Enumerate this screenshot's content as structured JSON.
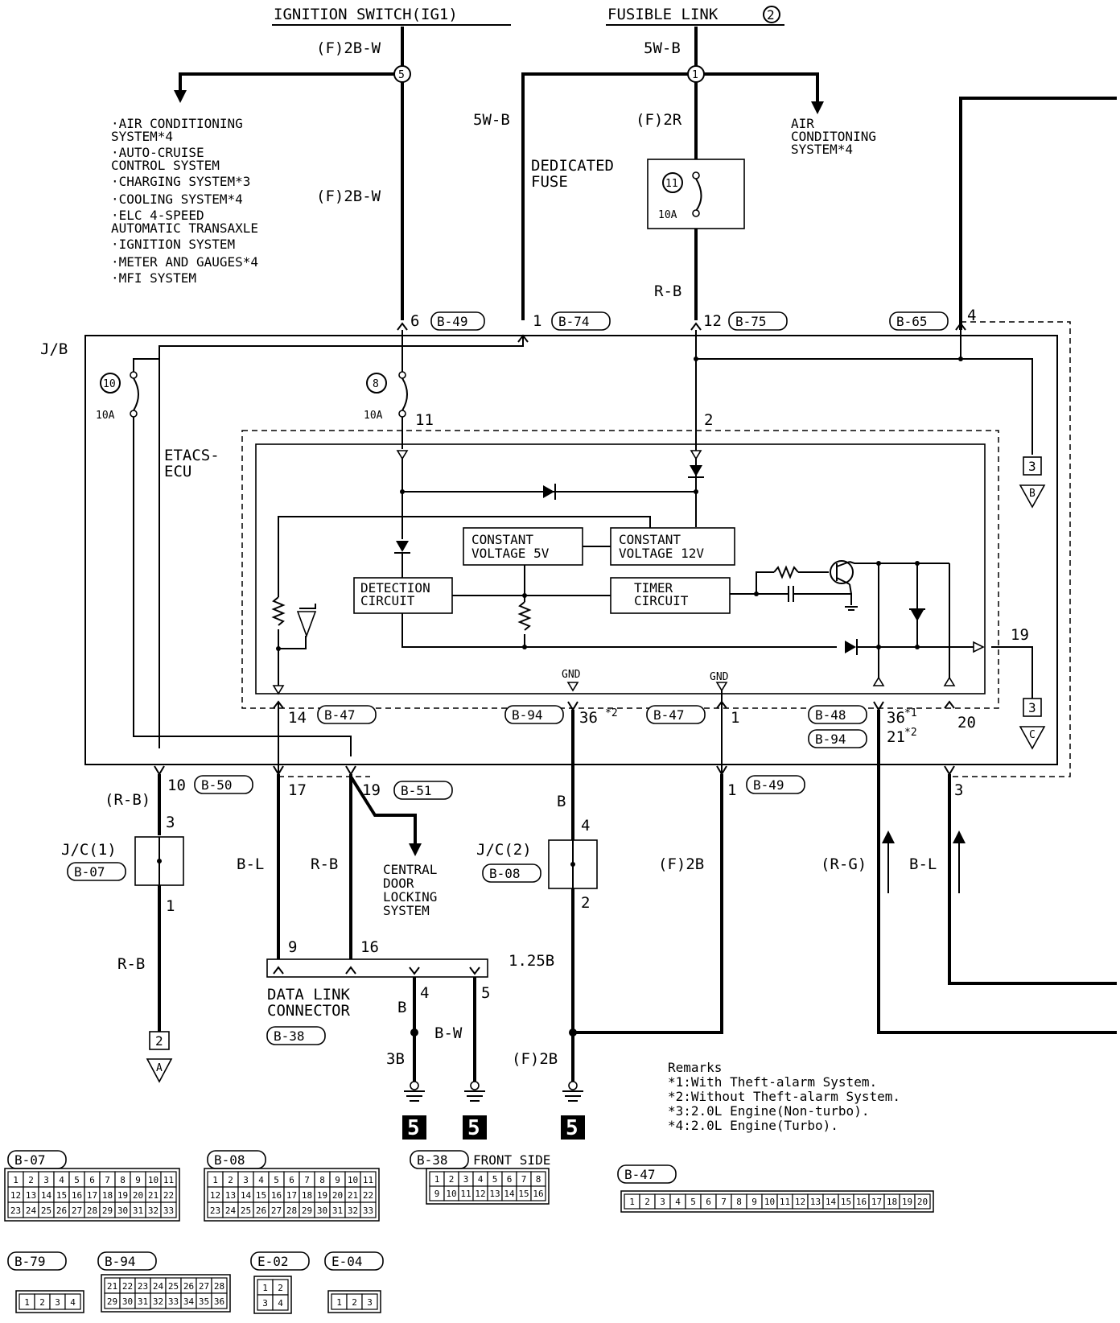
{
  "sources": {
    "ignition_switch": "IGNITION SWITCH(IG1)",
    "fusible_link": "FUSIBLE LINK",
    "fusible_link_num": "2"
  },
  "wires": {
    "f2bw_top": "(F)2B-W",
    "f2bw_mid": "(F)2B-W",
    "w5wb_top": "5W-B",
    "w5wb_left": "5W-B",
    "f2r": "(F)2R",
    "rb_fuse": "R-B",
    "rb_left": "(R-B)",
    "rb_jc1": "R-B",
    "bl_dlc": "B-L",
    "rb_dlc": "R-B",
    "b_jc2": "B",
    "f2b_mid": "(F)2B",
    "rg": "(R-G)",
    "bl_right": "B-L",
    "b_dlc4": "B",
    "bw_dlc5": "B-W",
    "b3": "3B",
    "b125": "1.25B",
    "f2b_gnd": "(F)2B"
  },
  "splice_nums": {
    "s5": "5",
    "s1": "1"
  },
  "left_list": [
    "·AIR CONDITIONING",
    "  SYSTEM*4",
    "·AUTO-CRUISE",
    "  CONTROL SYSTEM",
    "·CHARGING SYSTEM*3",
    "·COOLING SYSTEM*4",
    "·ELC 4-SPEED",
    "  AUTOMATIC TRANSAXLE",
    "·IGNITION SYSTEM",
    "·METER AND GAUGES*4",
    "·MFI SYSTEM"
  ],
  "right_list": [
    "AIR",
    "CONDITONING",
    "SYSTEM*4"
  ],
  "dedicated_fuse": [
    "DEDICATED",
    "FUSE"
  ],
  "fuses": {
    "f11": "11",
    "f11_amp": "10A",
    "f10": "10",
    "f10_amp": "10A",
    "f8": "8",
    "f8_amp": "10A"
  },
  "jb_label": "J/B",
  "etacs_label": [
    "ETACS-",
    "ECU"
  ],
  "internal": {
    "cv5": [
      "CONSTANT",
      "VOLTAGE 5V"
    ],
    "cv12": [
      "CONSTANT",
      "VOLTAGE 12V"
    ],
    "detect": [
      "DETECTION",
      "CIRCUIT"
    ],
    "timer": [
      "TIMER",
      "CIRCUIT"
    ],
    "gnd1": "GND",
    "gnd2": "GND"
  },
  "connectors": {
    "b49": "B-49",
    "b74": "B-74",
    "b75": "B-75",
    "b65": "B-65",
    "b47a": "B-47",
    "b94a": "B-94",
    "b47b": "B-47",
    "b48": "B-48",
    "b94b": "B-94",
    "b50": "B-50",
    "b51": "B-51",
    "b49b": "B-49",
    "b07": "B-07",
    "b08": "B-08",
    "b38": "B-38"
  },
  "pins": {
    "p6": "6",
    "p1a": "1",
    "p12": "12",
    "p4a": "4",
    "p11": "11",
    "p2a": "2",
    "p19a": "19",
    "p14": "14",
    "p36": "36",
    "p36n": "*2",
    "p1b": "1",
    "p36b": "36",
    "p36bn": "*1",
    "p21": "21",
    "p21n": "*2",
    "p20": "20",
    "p10": "10",
    "p3a": "3",
    "p17": "17",
    "p19b": "19",
    "p1c": "1",
    "p4b": "4",
    "p2b": "2",
    "p3b": "3",
    "p9": "9",
    "p16": "16",
    "p4c": "4",
    "p5": "5"
  },
  "jc1": "J/C(1)",
  "jc2": "J/C(2)",
  "dlc": [
    "DATA LINK",
    "CONNECTOR"
  ],
  "central_door": [
    "CENTRAL",
    "DOOR",
    "LOCKING",
    "SYSTEM"
  ],
  "off_page": {
    "b": "3",
    "b_l": "B",
    "c": "3",
    "c_l": "C",
    "a": "2",
    "a_l": "A"
  },
  "grounds": [
    "5",
    "5",
    "5"
  ],
  "remarks": [
    "Remarks",
    "*1:With Theft-alarm System.",
    "*2:Without Theft-alarm System.",
    "*3:2.0L Engine(Non-turbo).",
    "*4:2.0L Engine(Turbo)."
  ],
  "faces": {
    "b07": {
      "label": "B-07",
      "rows": [
        [
          "1",
          "2",
          "3",
          "4",
          "5",
          "6",
          "7",
          "8",
          "9",
          "10",
          "11"
        ],
        [
          "12",
          "13",
          "14",
          "15",
          "16",
          "17",
          "18",
          "19",
          "20",
          "21",
          "22"
        ],
        [
          "23",
          "24",
          "25",
          "26",
          "27",
          "28",
          "29",
          "30",
          "31",
          "32",
          "33"
        ]
      ]
    },
    "b08": {
      "label": "B-08",
      "rows": [
        [
          "1",
          "2",
          "3",
          "4",
          "5",
          "6",
          "7",
          "8",
          "9",
          "10",
          "11"
        ],
        [
          "12",
          "13",
          "14",
          "15",
          "16",
          "17",
          "18",
          "19",
          "20",
          "21",
          "22"
        ],
        [
          "23",
          "24",
          "25",
          "26",
          "27",
          "28",
          "29",
          "30",
          "31",
          "32",
          "33"
        ]
      ]
    },
    "b38": {
      "label": "B-38",
      "title": "FRONT SIDE",
      "rows": [
        [
          "1",
          "2",
          "3",
          "4",
          "5",
          "6",
          "7",
          "8"
        ],
        [
          "9",
          "10",
          "11",
          "12",
          "13",
          "14",
          "15",
          "16"
        ]
      ]
    },
    "b47": {
      "label": "B-47",
      "rows": [
        [
          "1",
          "2",
          "3",
          "4",
          "5",
          "6",
          "7",
          "8",
          "9",
          "10",
          "11",
          "12",
          "13",
          "14",
          "15",
          "16",
          "17",
          "18",
          "19",
          "20"
        ]
      ]
    },
    "b79": {
      "label": "B-79",
      "rows": [
        [
          "1",
          "2",
          "3",
          "4"
        ]
      ]
    },
    "b94": {
      "label": "B-94",
      "rows": [
        [
          "21",
          "22",
          "23",
          "24",
          "25",
          "26",
          "27",
          "28"
        ],
        [
          "29",
          "30",
          "31",
          "32",
          "33",
          "34",
          "35",
          "36"
        ]
      ]
    },
    "e02": {
      "label": "E-02",
      "rows": [
        [
          "1",
          "2"
        ],
        [
          "3",
          "4"
        ]
      ]
    },
    "e04": {
      "label": "E-04",
      "rows": [
        [
          "1",
          "2",
          "3"
        ]
      ]
    }
  }
}
